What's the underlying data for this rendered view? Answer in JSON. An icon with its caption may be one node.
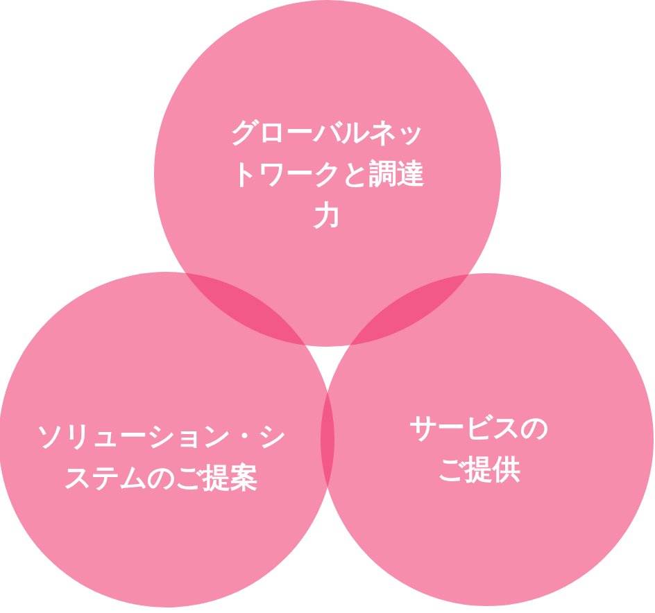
{
  "diagram": {
    "nodes": [
      {
        "text": [
          "グローバルネットワークと調達力"
        ]
      },
      {
        "text": [
          "ソリューション・システムのご提案"
        ]
      },
      {
        "text": [
          "サービスのご提供"
        ]
      }
    ]
  }
}
